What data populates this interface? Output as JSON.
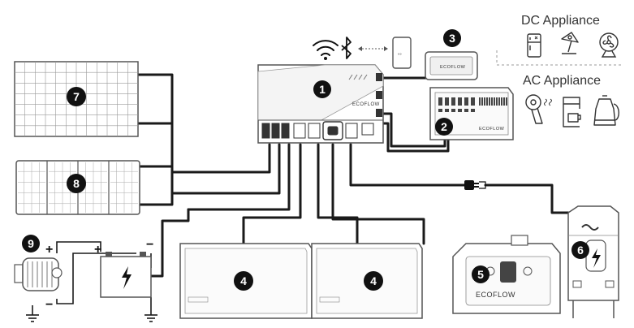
{
  "labels": {
    "dc_appliance": "DC Appliance",
    "ac_appliance": "AC Appliance"
  },
  "brand": {
    "short": "ECOFLOW",
    "main_unit": "ECOFLOW",
    "panel": "ECOFLOW",
    "generator": "ECOFLOW"
  },
  "phone_screen_text": "°°",
  "battery_terminals": {
    "alternator_plus": "+",
    "alternator_minus": "−",
    "battery_plus": "+",
    "battery_minus": "−"
  },
  "callouts": {
    "main_unit": "1",
    "smart_panel": "2",
    "remote_display": "3",
    "battery_a": "4",
    "battery_b": "4",
    "smart_generator": "5",
    "ev_charger": "6",
    "rigid_solar_panel": "7",
    "portable_solar_panel": "8",
    "alternator": "9"
  },
  "colors": {
    "line": "#1a1a1a",
    "outline": "#555555",
    "callout_fill": "#111111",
    "dashed": "#999999"
  }
}
